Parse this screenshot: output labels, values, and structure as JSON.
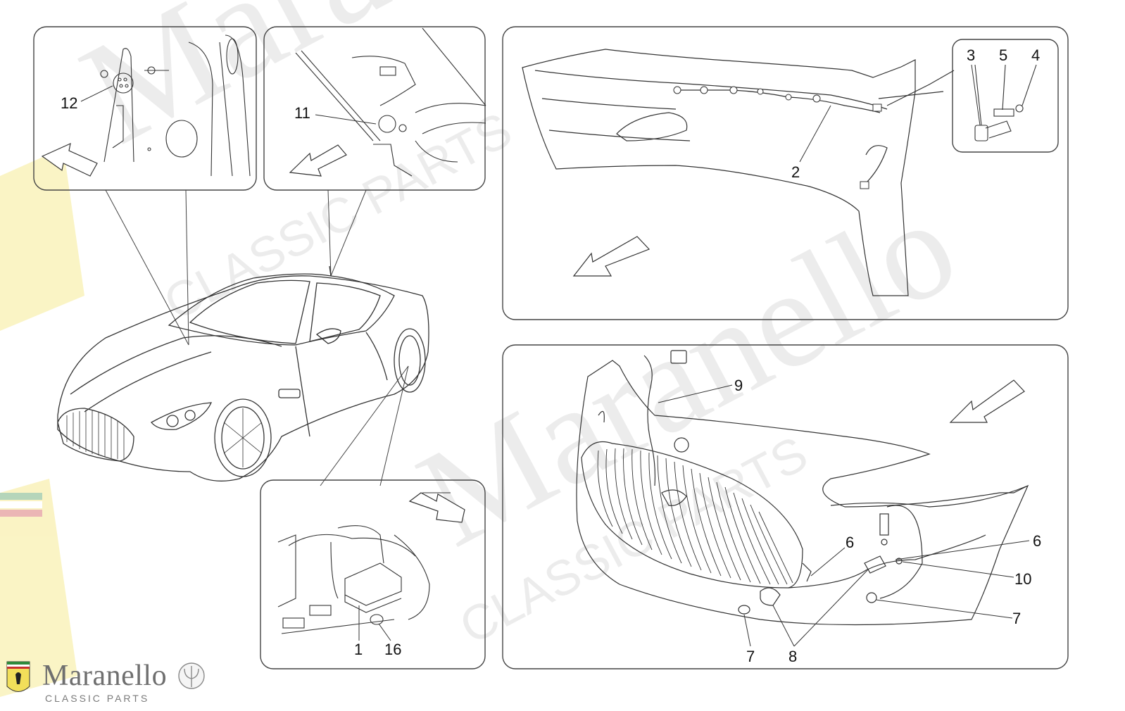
{
  "brand": {
    "name": "Maranello",
    "subtitle": "CLASSIC PARTS"
  },
  "watermark": {
    "word1": "Maranello",
    "word2": "CLASSIC PARTS"
  },
  "callouts": {
    "c12": "12",
    "c11": "11",
    "c2": "2",
    "c3": "3",
    "c5": "5",
    "c4": "4",
    "c9": "9",
    "c6a": "6",
    "c6b": "6",
    "c10": "10",
    "c7a": "7",
    "c7b": "7",
    "c8": "8",
    "c1": "1",
    "c16": "16"
  },
  "colors": {
    "line": "#333333",
    "panel_border": "#444444",
    "watermark": "#c8c8c8",
    "flag_yellow": "#f2df5a",
    "flag_green": "#2f8a3b",
    "flag_red": "#c8302e"
  }
}
